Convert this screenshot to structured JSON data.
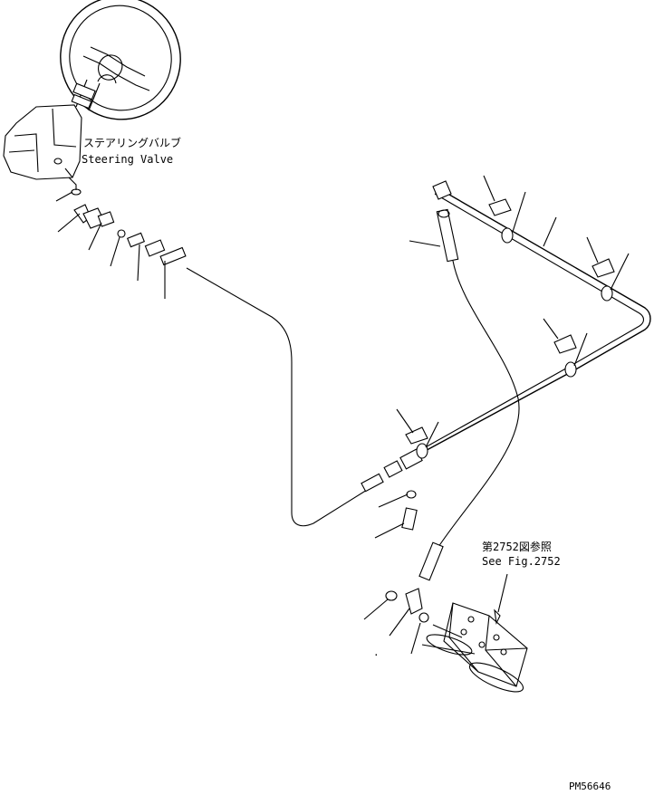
{
  "labels": {
    "steering_valve_jp": "ステアリングバルブ",
    "steering_valve_en": "Steering Valve",
    "ref_jp": "第2752図参照",
    "ref_en": "See Fig.2752",
    "drawing_no": "PM56646"
  },
  "icons": [
    "steering-wheel-icon",
    "steering-valve-icon",
    "control-valve-icon"
  ]
}
